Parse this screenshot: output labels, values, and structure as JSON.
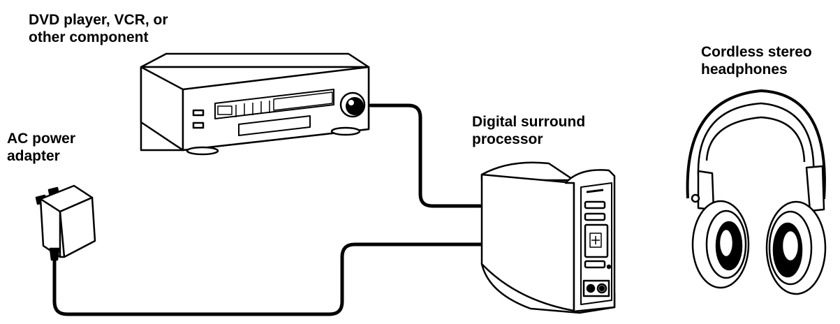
{
  "labels": {
    "dvd": {
      "line1": "DVD player, VCR, or",
      "line2": "other component"
    },
    "ac": {
      "line1": "AC power",
      "line2": "adapter"
    },
    "processor": {
      "line1": "Digital surround",
      "line2": "processor"
    },
    "headphones": {
      "line1": "Cordless stereo",
      "line2": "headphones"
    }
  },
  "colors": {
    "line": "#000000",
    "fill": "#ffffff"
  }
}
